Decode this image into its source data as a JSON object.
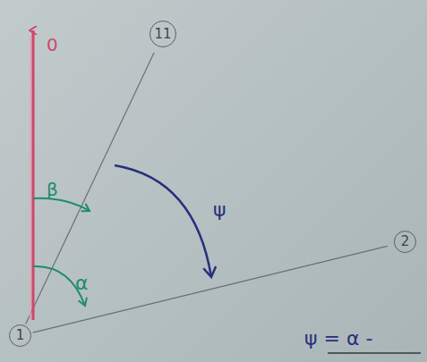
{
  "diagram": {
    "nodes": [
      {
        "text": [
          "11"
        ]
      },
      {
        "text": [
          "2"
        ]
      },
      {
        "text": [
          "1"
        ]
      }
    ],
    "edges": [
      {
        "from": 2,
        "to": 0,
        "arrow": "none"
      },
      {
        "from": 2,
        "to": 1,
        "arrow": "none"
      }
    ],
    "labels": [
      "0",
      "β",
      "α",
      "ψ",
      "ψ = α -"
    ]
  }
}
